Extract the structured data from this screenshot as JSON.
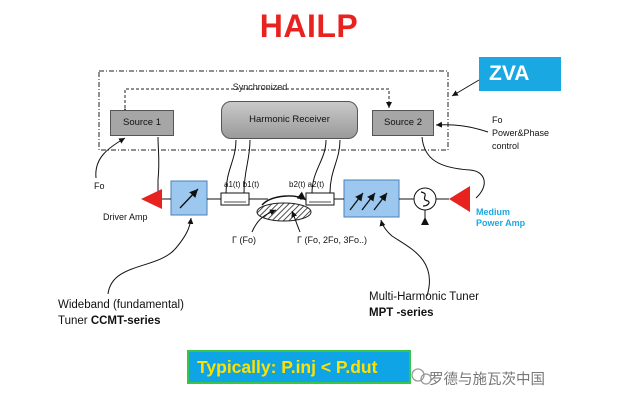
{
  "title": "HAILP",
  "zva_label": "ZVA",
  "synchronized": "Synchronized",
  "source1": "Source 1",
  "source2": "Source 2",
  "harmonic_receiver": "Harmonic Receiver",
  "fo_control": [
    "Fo",
    "Power&Phase",
    "control"
  ],
  "fo_left": "Fo",
  "driver_amp": "Driver Amp",
  "medium_power_amp": [
    "Medium",
    "Power Amp"
  ],
  "wave_labels": {
    "a1b1": "a1(t) b1(t)",
    "b2a2": "b2(t) a2(t)"
  },
  "gamma_fo": "Γ (Fo)",
  "gamma_harm": "Γ (Fo, 2Fo, 3Fo..)",
  "wideband_tuner": {
    "line1": "Wideband  (fundamental)",
    "line2_prefix": "Tuner  ",
    "line2_bold": "CCMT-series"
  },
  "multiharmonic_tuner": {
    "line1": "Multi-Harmonic  Tuner",
    "line2": "MPT  -series"
  },
  "banner": "Typically:  P.inj < P.dut",
  "watermark": "罗德与施瓦茨中国",
  "colors": {
    "title": "#e8231f",
    "zva": "#1aa8e3",
    "tuner": "#9cc8f0",
    "amp": "#e8231f",
    "banner": "#0fa4e6",
    "banner_text": "#ffe100"
  }
}
